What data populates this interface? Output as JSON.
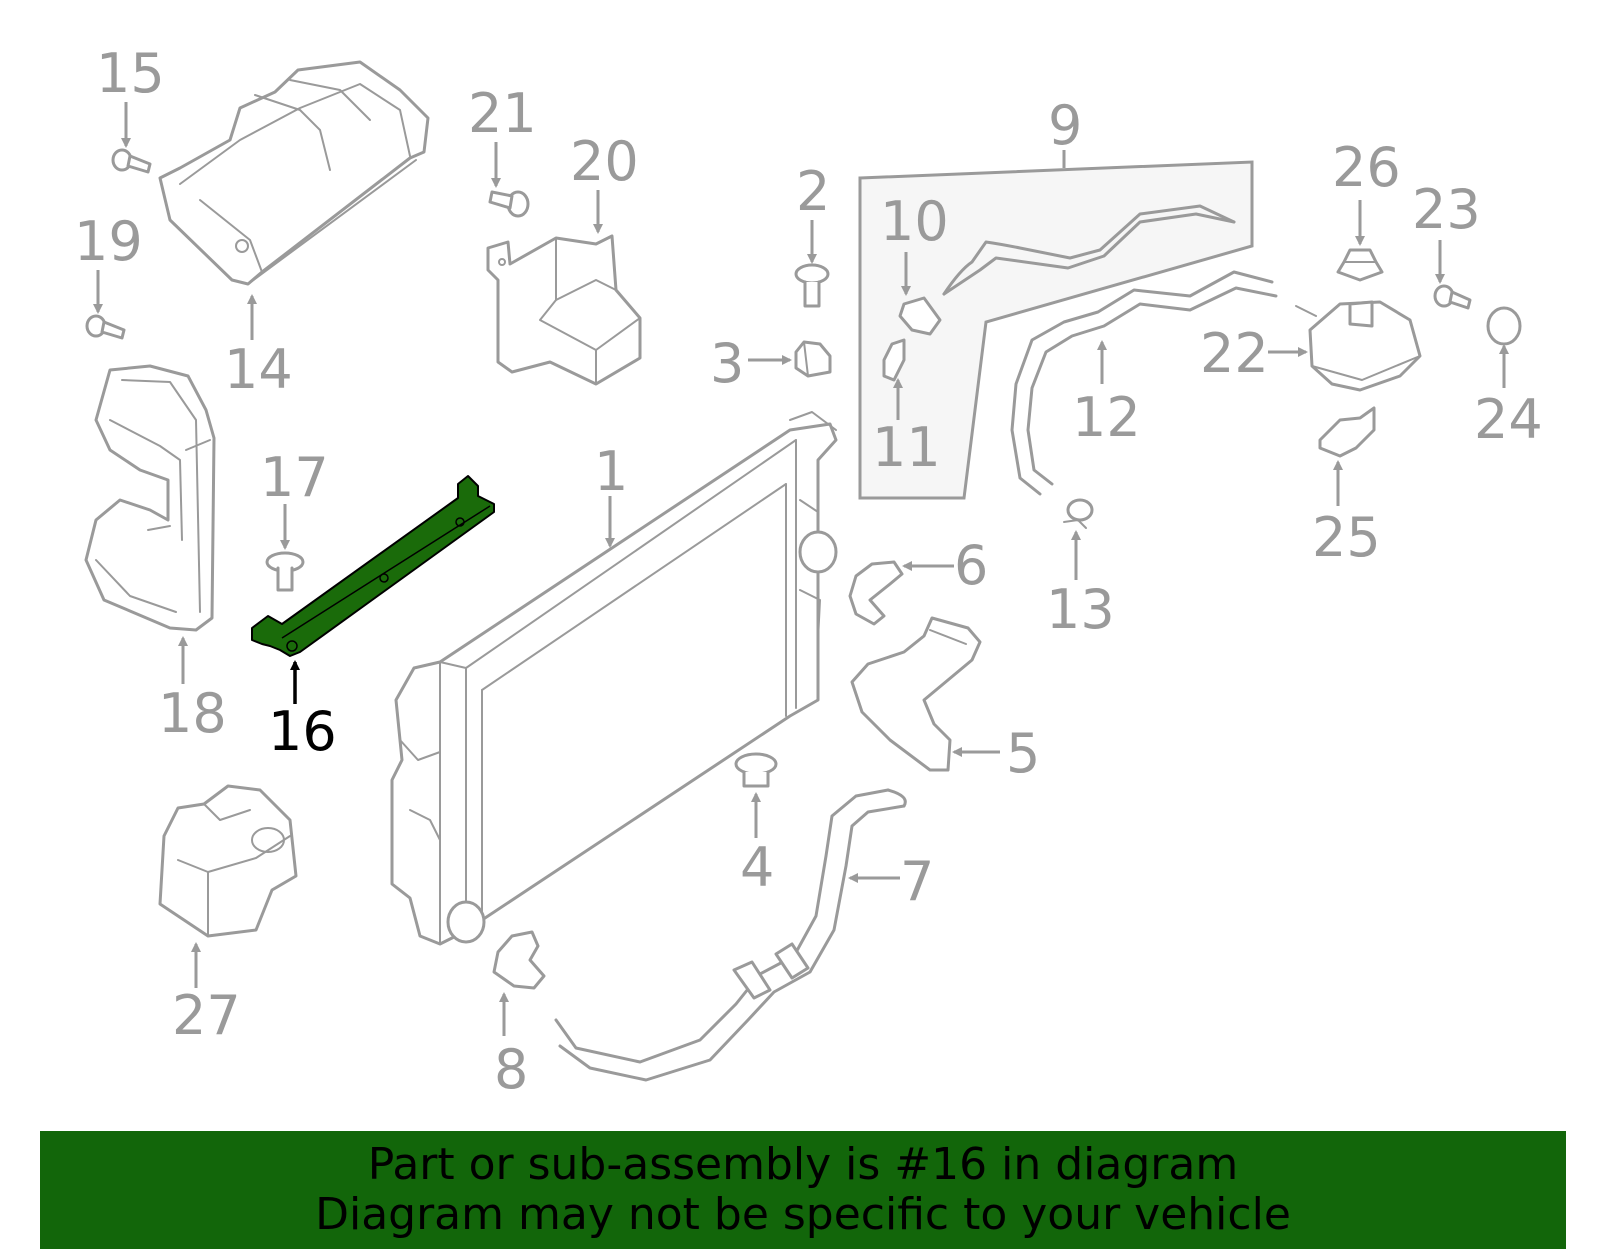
{
  "diagram": {
    "highlighted_part": "16",
    "callouts": [
      "1",
      "2",
      "3",
      "4",
      "5",
      "6",
      "7",
      "8",
      "9",
      "10",
      "11",
      "12",
      "13",
      "14",
      "15",
      "16",
      "17",
      "18",
      "19",
      "20",
      "21",
      "22",
      "23",
      "24",
      "25",
      "26",
      "27"
    ]
  },
  "banner": {
    "line1": "Part or sub-assembly is #16 in diagram",
    "line2": "Diagram may not be specific to your vehicle"
  },
  "colors": {
    "highlight": "#1a6b0a",
    "banner_bg": "#12660a",
    "line_art": "#9a9a9a"
  }
}
